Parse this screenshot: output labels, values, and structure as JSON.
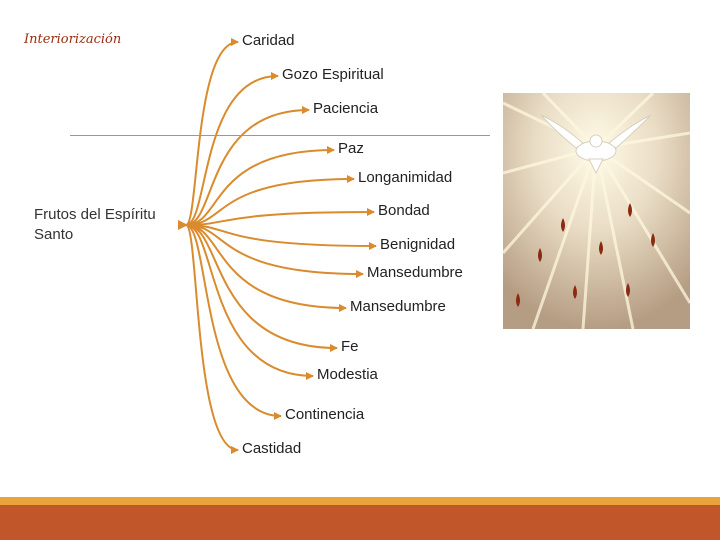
{
  "slide_label": "Interiorización",
  "root_label": "Frutos del Espíritu Santo",
  "branches": [
    "Caridad",
    "Gozo Espiritual",
    "Paciencia",
    "Paz",
    "Longanimidad",
    "Bondad",
    "Benignidad",
    "Mansedumbre",
    "Mansedumbre",
    "Fe",
    "Modestia",
    "Continencia",
    "Castidad"
  ],
  "colors": {
    "connector": "#d98b2e",
    "accent_text": "#9c2b12",
    "footer_top": "#e8a33a",
    "footer_bottom": "#c0562a"
  },
  "image": {
    "icon": "holy-spirit-dove-image"
  }
}
